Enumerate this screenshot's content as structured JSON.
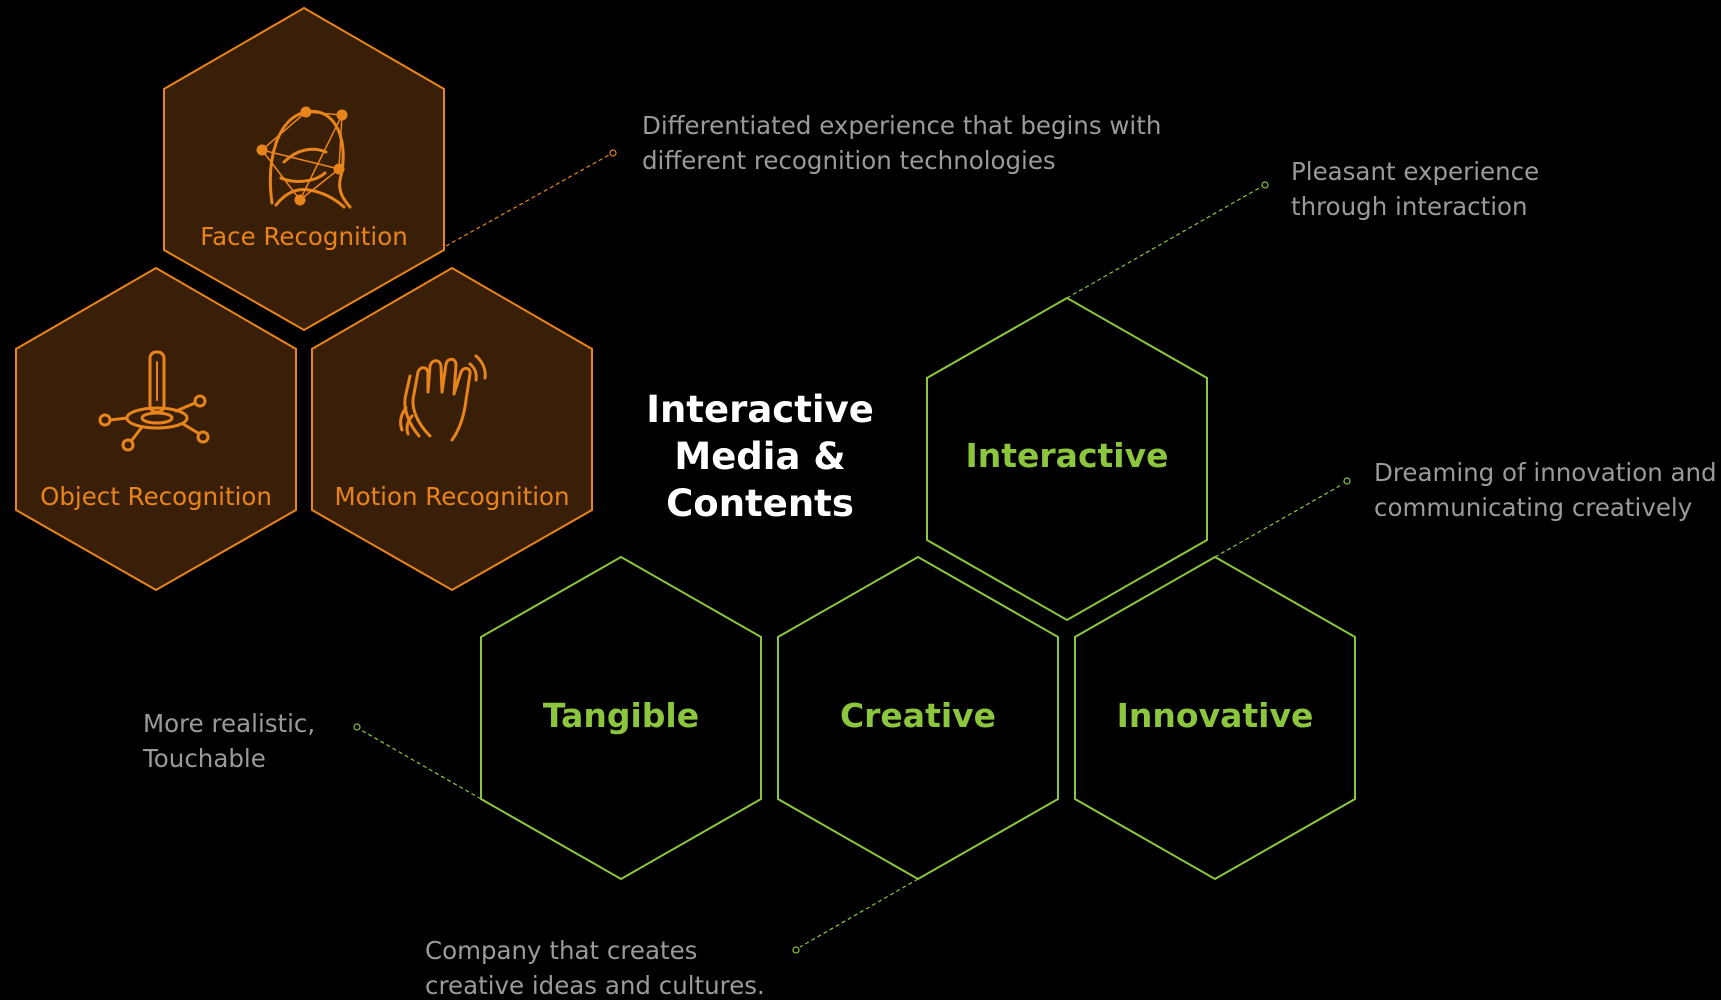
{
  "title": [
    "Interactive",
    "Media &",
    "Contents"
  ],
  "recognition": [
    {
      "id": "face",
      "label": "Face Recognition",
      "icon": "face-recognition-icon"
    },
    {
      "id": "object",
      "label": "Object Recognition",
      "icon": "object-recognition-icon"
    },
    {
      "id": "motion",
      "label": "Motion Recognition",
      "icon": "motion-recognition-icon"
    }
  ],
  "values": [
    {
      "id": "interactive",
      "label": "Interactive"
    },
    {
      "id": "tangible",
      "label": "Tangible"
    },
    {
      "id": "creative",
      "label": "Creative"
    },
    {
      "id": "innovative",
      "label": "Innovative"
    }
  ],
  "callouts": {
    "recognition": [
      "Differentiated experience that begins with",
      "different recognition technologies"
    ],
    "interactive": [
      "Pleasant experience",
      "through interaction"
    ],
    "innovative": [
      "Dreaming of innovation and",
      "communicating creatively"
    ],
    "tangible": [
      "More realistic,",
      "Touchable"
    ],
    "creative": [
      "Company that creates",
      "creative ideas and cultures."
    ]
  },
  "colors": {
    "background": "#000000",
    "orange": "#e8841c",
    "orange_fill": "#3a1f08",
    "green": "#8cc63f",
    "callout_text": "#9a9a9a"
  }
}
